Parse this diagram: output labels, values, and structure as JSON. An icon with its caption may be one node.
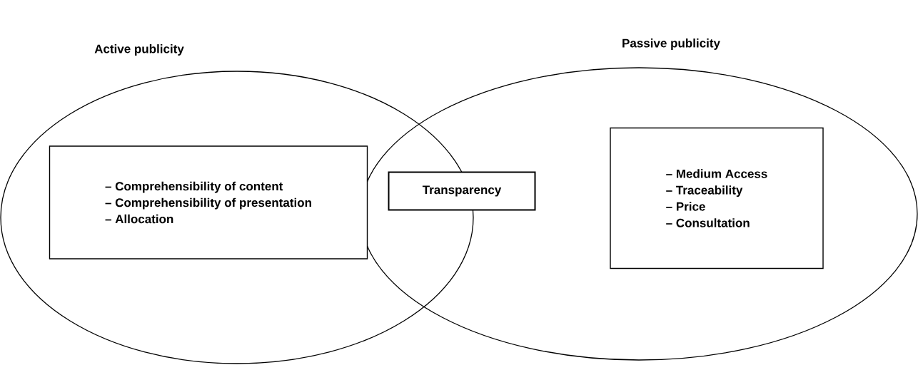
{
  "diagram": {
    "nodes": [
      {
        "text": [
          "Active publicity"
        ]
      },
      {
        "text": [
          "Passive publicity"
        ]
      },
      {
        "text": [
          "– Comprehensibility of content",
          "– Comprehensibility of presentation",
          "– Allocation"
        ],
        "in": 0
      },
      {
        "text": [
          "Transparency"
        ],
        "in": 1
      },
      {
        "text": [
          "– Medium Access",
          "– Traceability",
          "– Price",
          "– Consultation"
        ],
        "in": 1
      }
    ]
  }
}
